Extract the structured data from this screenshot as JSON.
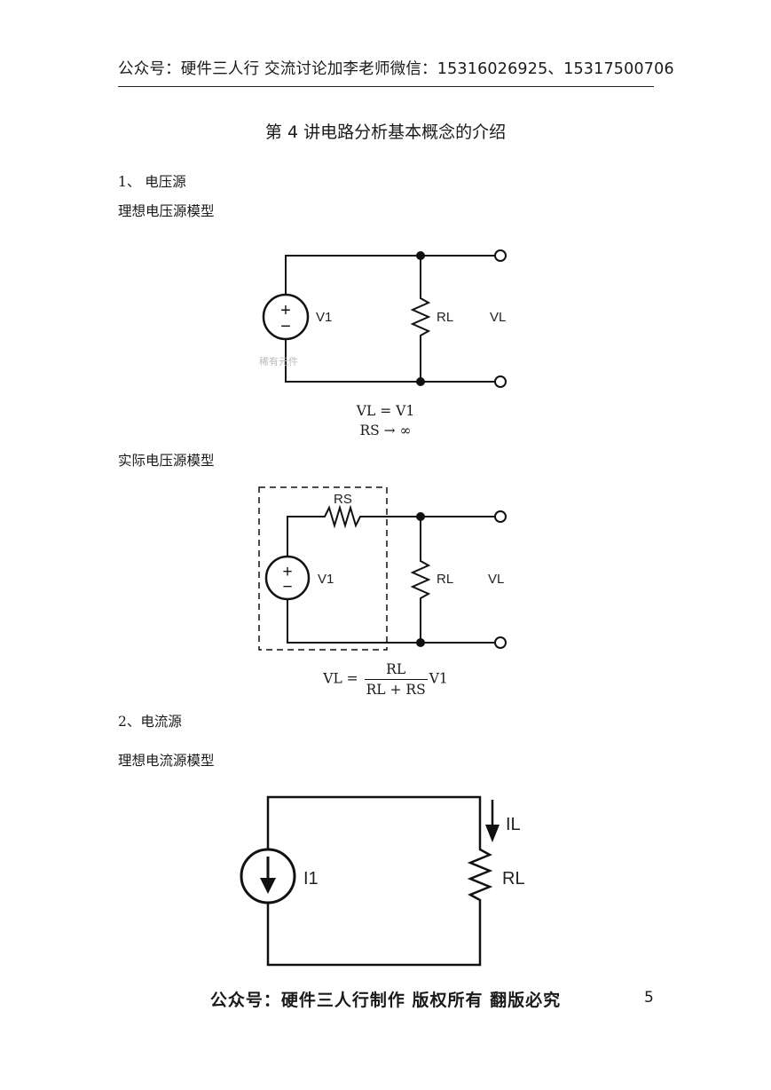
{
  "header": {
    "text": "公众号：硬件三人行  交流讨论加李老师微信：15316026925、15317500706"
  },
  "title": "第 4 讲电路分析基本概念的介绍",
  "section1": {
    "heading": "1、 电压源",
    "ideal_label": "理想电压源模型",
    "ideal_circuit": {
      "source": "V1",
      "load": "RL",
      "output": "VL",
      "watermark": "稀有元件"
    },
    "ideal_eq1": "VL = V1",
    "ideal_eq2": "RS → ∞",
    "real_label": "实际电压源模型",
    "real_circuit": {
      "series_resistor": "RS",
      "source": "V1",
      "load": "RL",
      "output": "VL"
    },
    "real_eq_lhs": "VL =",
    "real_eq_num": "RL",
    "real_eq_den": "RL + RS",
    "real_eq_rhs": "V1"
  },
  "section2": {
    "heading": "2、电流源",
    "ideal_label": "理想电流源模型",
    "ideal_circuit": {
      "source": "I1",
      "current": "IL",
      "load": "RL"
    }
  },
  "footer": {
    "text": "公众号：硬件三人行制作 版权所有 翻版必究",
    "page_number": "5"
  }
}
